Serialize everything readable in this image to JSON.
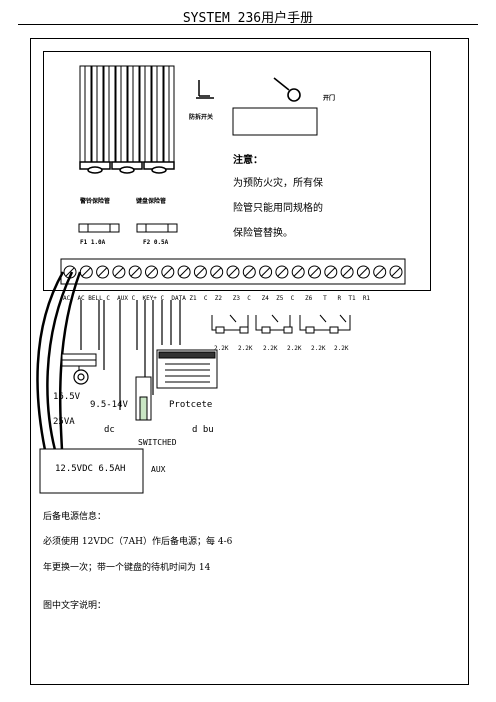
{
  "header": {
    "title": "SYSTEM 236用户手册"
  },
  "board": {
    "tamper_label": "防拆开关",
    "door_label": "开门",
    "alarm_fuse_label": "警铃保险管",
    "keypad_fuse_label": "键盘保险管",
    "fuse1": "F1  1.0A",
    "fuse2": "F2  0.5A"
  },
  "notice": {
    "title": "注意：",
    "lines": [
      "为预防火灾，所有保",
      "险管只能用同规格的",
      "保险管替换。"
    ]
  },
  "terminals": {
    "labels": "AC  AC BELL C  AUX C  KEY+ C  DATA Z1  C  Z2   Z3  C   Z4  Z5  C   Z6   T   R  T1  R1"
  },
  "resistors": [
    "2.2K",
    "2.2K",
    "2.2K",
    "2.2K",
    "2.2K",
    "2.2K"
  ],
  "diagram_labels": {
    "transformer_v": "16.5V",
    "transformer_va": "25VA",
    "siren_v": "9.5-14V",
    "siren_dc": "dc",
    "protect": "Protcete",
    "protect2": "d bu",
    "switched": "SWITCHED",
    "aux": "AUX",
    "battery": "12.5VDC  6.5AH"
  },
  "body": {
    "backup_title": "后备电源信息：",
    "backup_line1": "必须使用 12VDC（7AH）作后备电源；每 4-6",
    "backup_line2": "年更换一次；带一个键盘的待机时间为 14",
    "caption": "图中文字说明："
  }
}
